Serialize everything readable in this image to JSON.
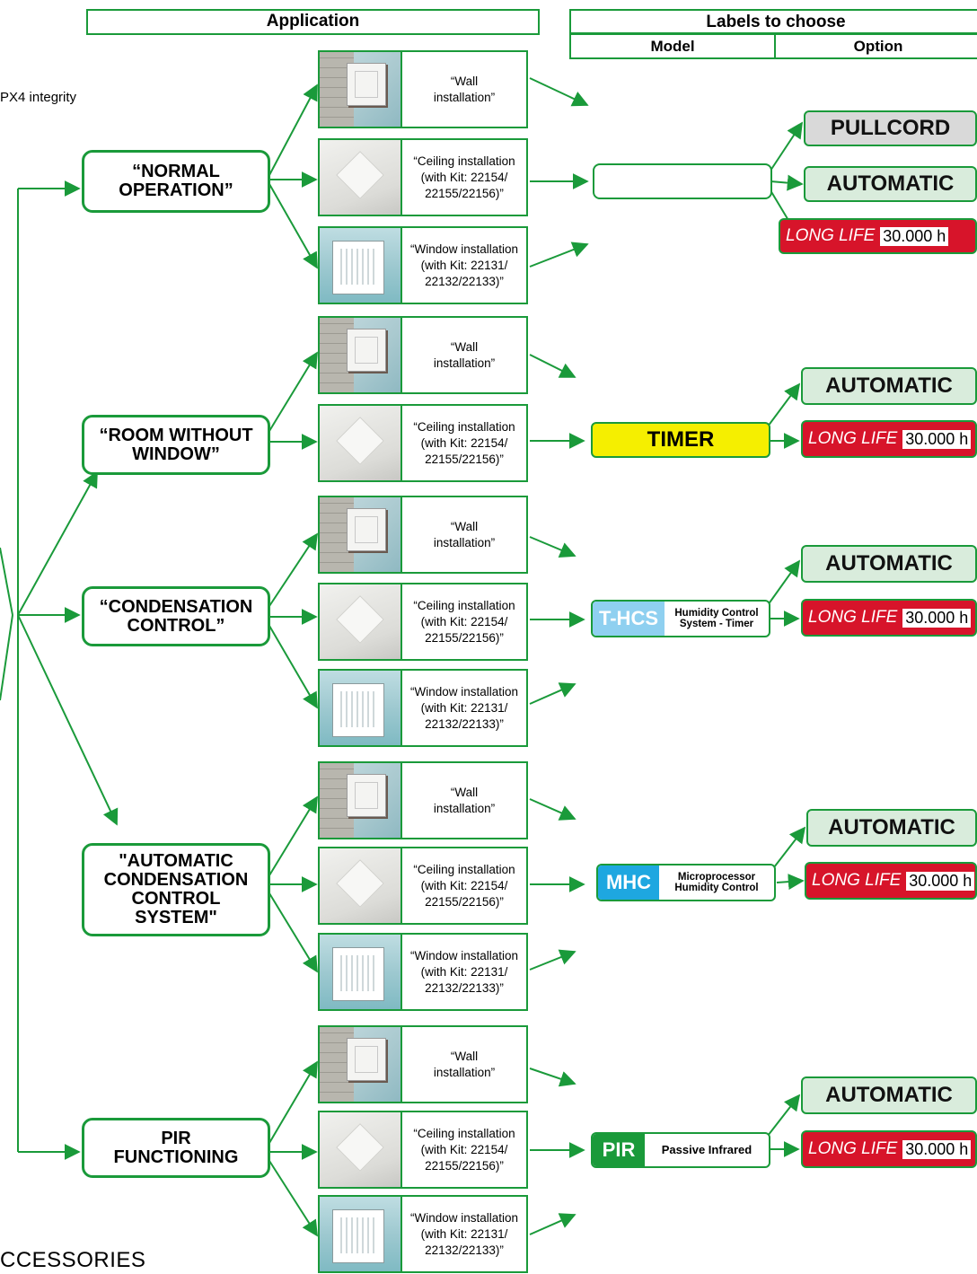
{
  "header": {
    "application": "Application",
    "labels_to_choose": "Labels to choose",
    "model": "Model",
    "option": "Option"
  },
  "side_note": "PX4 integrity",
  "bottom_text": "CCESSORIES",
  "applications": [
    {
      "label": "“NORMAL\nOPERATION”"
    },
    {
      "label": "“ROOM WITHOUT\nWINDOW”"
    },
    {
      "label": "“CONDENSATION\nCONTROL”"
    },
    {
      "label": "\"AUTOMATIC\nCONDENSATION\nCONTROL\nSYSTEM\""
    },
    {
      "label": "PIR\nFUNCTIONING"
    }
  ],
  "installations": {
    "wall": "“Wall\ninstallation”",
    "ceiling": "“Ceiling installation\n(with Kit: 22154/\n22155/22156)”",
    "window": "“Window installation\n(with Kit: 22131/\n22132/22133)”"
  },
  "models": {
    "timer": "TIMER",
    "thcs_tag": "T-HCS",
    "thcs_desc": "Humidity Control\nSystem - Timer",
    "mhc_tag": "MHC",
    "mhc_desc": "Microprocessor\nHumidity Control",
    "pir_tag": "PIR",
    "pir_desc": "Passive Infrared"
  },
  "options": {
    "pullcord": "PULLCORD",
    "automatic": "AUTOMATIC",
    "long_life": "LONG LIFE",
    "hours": "30.000 h"
  },
  "colors": {
    "line_green": "#1a9a3a",
    "long_life_red": "#d7142a",
    "timer_yellow": "#f5ef00",
    "thcs_blue": "#8fd0f0",
    "mhc_blue": "#1ea7e0",
    "pir_green": "#1a9a3a"
  }
}
